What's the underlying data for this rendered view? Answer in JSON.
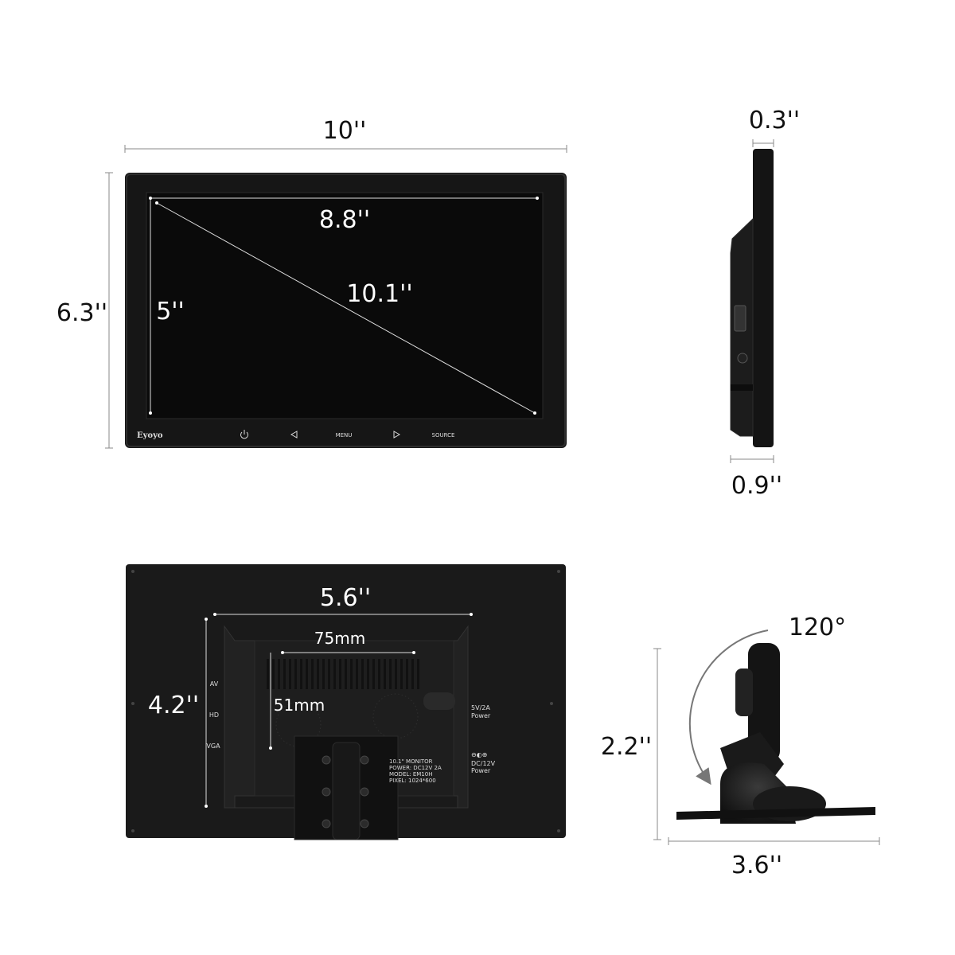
{
  "front_view": {
    "width_label": "10''",
    "height_label": "6.3''",
    "screen_width_label": "8.8''",
    "screen_height_label": "5''",
    "screen_diagonal_label": "10.1''",
    "brand": "Eyoyo",
    "buttons": [
      {
        "icon": "power-icon"
      },
      {
        "icon": "triangle-left-icon"
      },
      {
        "label": "MENU"
      },
      {
        "icon": "triangle-right-icon"
      },
      {
        "label": "SOURCE"
      }
    ]
  },
  "side_view": {
    "panel_thickness_label": "0.3''",
    "total_depth_label": "0.9''"
  },
  "back_view": {
    "mount_width_label": "5.6''",
    "mount_height_label": "4.2''",
    "vesa_horizontal_label": "75mm",
    "vesa_vertical_label": "51mm",
    "inputs": [
      "AV",
      "HD",
      "VGA"
    ],
    "usb_power": [
      "5V/2A",
      "Power"
    ],
    "dc_power_symbol": "⊖◐⊕",
    "dc_power": [
      "DC/12V",
      "Power"
    ],
    "spec_label": [
      "10.1\" MONITOR",
      "POWER: DC12V 2A",
      "MODEL: EM10H",
      "PIXEL: 1024*600"
    ]
  },
  "stand_view": {
    "tilt_angle_label": "120°",
    "height_label": "2.2''",
    "base_width_label": "3.6''"
  }
}
